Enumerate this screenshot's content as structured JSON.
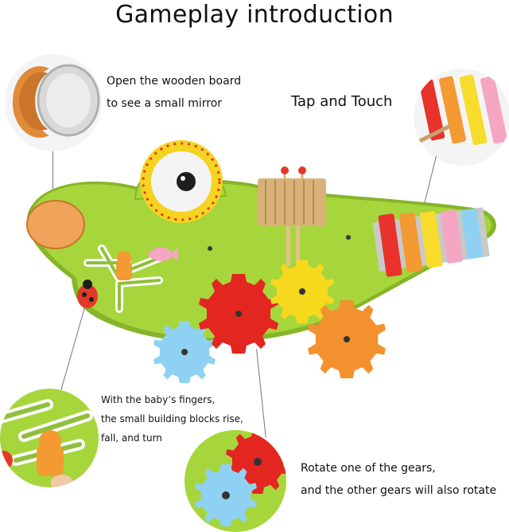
{
  "page": {
    "title": "Gameplay introduction"
  },
  "captions": {
    "mirror_line1": "Open the wooden board",
    "mirror_line2": "to see a small mirror",
    "tap": "Tap and Touch",
    "blocks_line1": "With the baby’s fingers,",
    "blocks_line2": "the small building blocks rise,",
    "blocks_line3": "fall, and turn",
    "gears_line1": "Rotate one of the gears,",
    "gears_line2": "and the other gears will also rotate"
  },
  "colors": {
    "board_green": "#a6d63b",
    "board_edge": "#86b42a",
    "gear_red": "#e32620",
    "gear_yellow": "#f6d81d",
    "gear_orange": "#f2912e",
    "gear_blue": "#8fd1f2",
    "xylo_red": "#e8322b",
    "xylo_orange": "#f39a33",
    "xylo_yellow": "#f7dc2c",
    "xylo_pink": "#f4a6c2",
    "xylo_blue": "#8fd1f2",
    "wood": "#d9b27a",
    "mirror_rim": "#f5d421"
  }
}
